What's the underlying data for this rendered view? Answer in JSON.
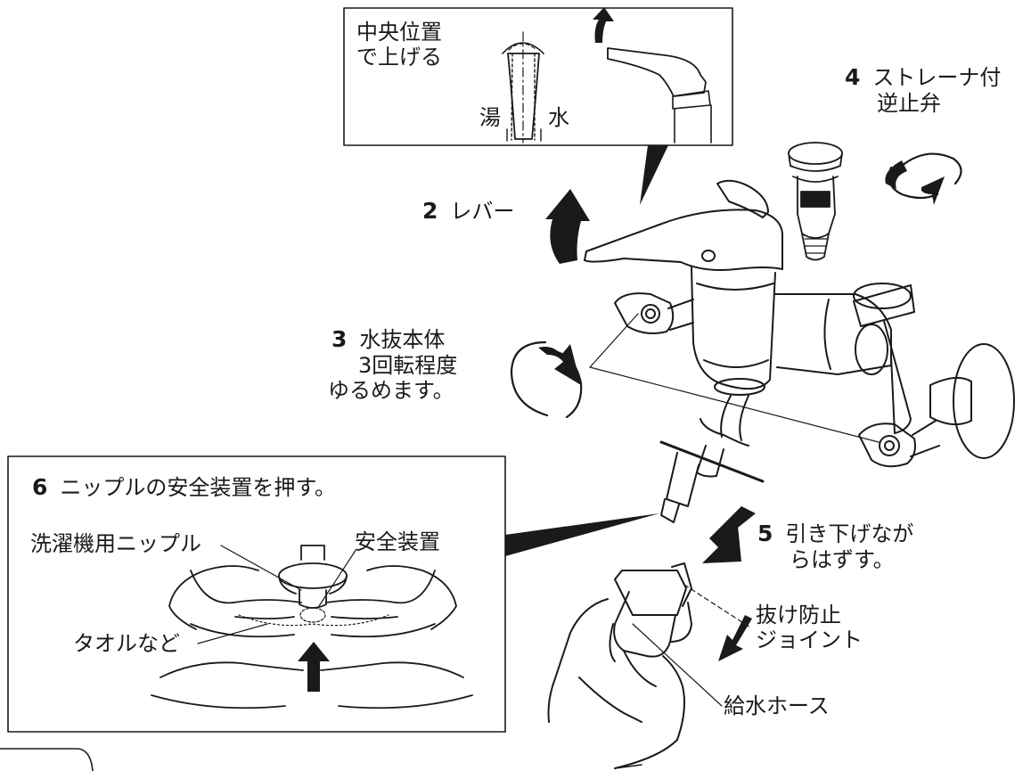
{
  "top_callout": {
    "instruction_line1": "中央位置",
    "instruction_line2": "で上げる",
    "hot_label": "湯",
    "cold_label": "水"
  },
  "steps": {
    "step2": {
      "number": "2",
      "label": "レバー"
    },
    "step3": {
      "number": "3",
      "line1": "水抜本体",
      "line2": "3回転程度",
      "line3": "ゆるめます。"
    },
    "step4": {
      "number": "4",
      "line1": "ストレーナ付",
      "line2": "逆止弁"
    },
    "step5": {
      "number": "5",
      "line1": "引き下げなが",
      "line2": "らはずす。"
    },
    "step6": {
      "number": "6",
      "label": "ニップルの安全装置を押す。"
    }
  },
  "inset_labels": {
    "nipple": "洗濯機用ニップル",
    "safety_device": "安全装置",
    "towel": "タオルなど"
  },
  "main_labels": {
    "anti_removal_joint_line1": "抜け防止",
    "anti_removal_joint_line2": "ジョイント",
    "supply_hose": "給水ホース"
  },
  "icons": [
    "arrow-up-icon",
    "rotate-ccw-icon",
    "rotate-cw-icon",
    "arrow-down-icon"
  ],
  "colors": {
    "line": "#1a1a1a",
    "background": "#ffffff"
  }
}
